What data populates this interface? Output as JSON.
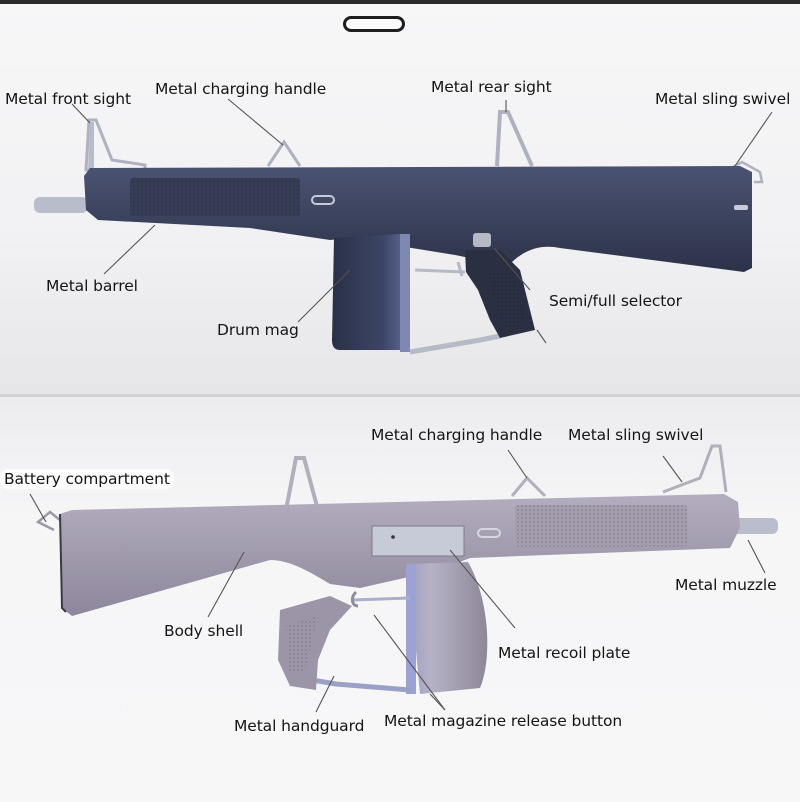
{
  "colors": {
    "top_gun_body": "#3f4763",
    "top_gun_body_dark": "#2c3248",
    "bottom_gun_body": "#9a94a6",
    "bottom_gun_body_light": "#b1abbc",
    "metal": "#aeb2c0",
    "leader_line": "#555555"
  },
  "top_panel": {
    "labels": [
      {
        "id": "front-sight",
        "text": "Metal front sight"
      },
      {
        "id": "charging-handle",
        "text": "Metal charging handle"
      },
      {
        "id": "rear-sight",
        "text": "Metal rear sight"
      },
      {
        "id": "sling-swivel",
        "text": "Metal sling swivel"
      },
      {
        "id": "barrel",
        "text": "Metal barrel"
      },
      {
        "id": "drum-mag",
        "text": "Drum mag"
      },
      {
        "id": "selector",
        "text": "Semi/full selector"
      }
    ]
  },
  "bottom_panel": {
    "labels": [
      {
        "id": "charging-handle",
        "text": "Metal charging handle"
      },
      {
        "id": "sling-swivel",
        "text": "Metal sling swivel"
      },
      {
        "id": "battery",
        "text": "Battery compartment"
      },
      {
        "id": "muzzle",
        "text": "Metal muzzle"
      },
      {
        "id": "body-shell",
        "text": "Body shell"
      },
      {
        "id": "recoil-plate",
        "text": "Metal recoil plate"
      },
      {
        "id": "handguard",
        "text": "Metal handguard"
      },
      {
        "id": "mag-release",
        "text": "Metal magazine release button"
      }
    ]
  }
}
